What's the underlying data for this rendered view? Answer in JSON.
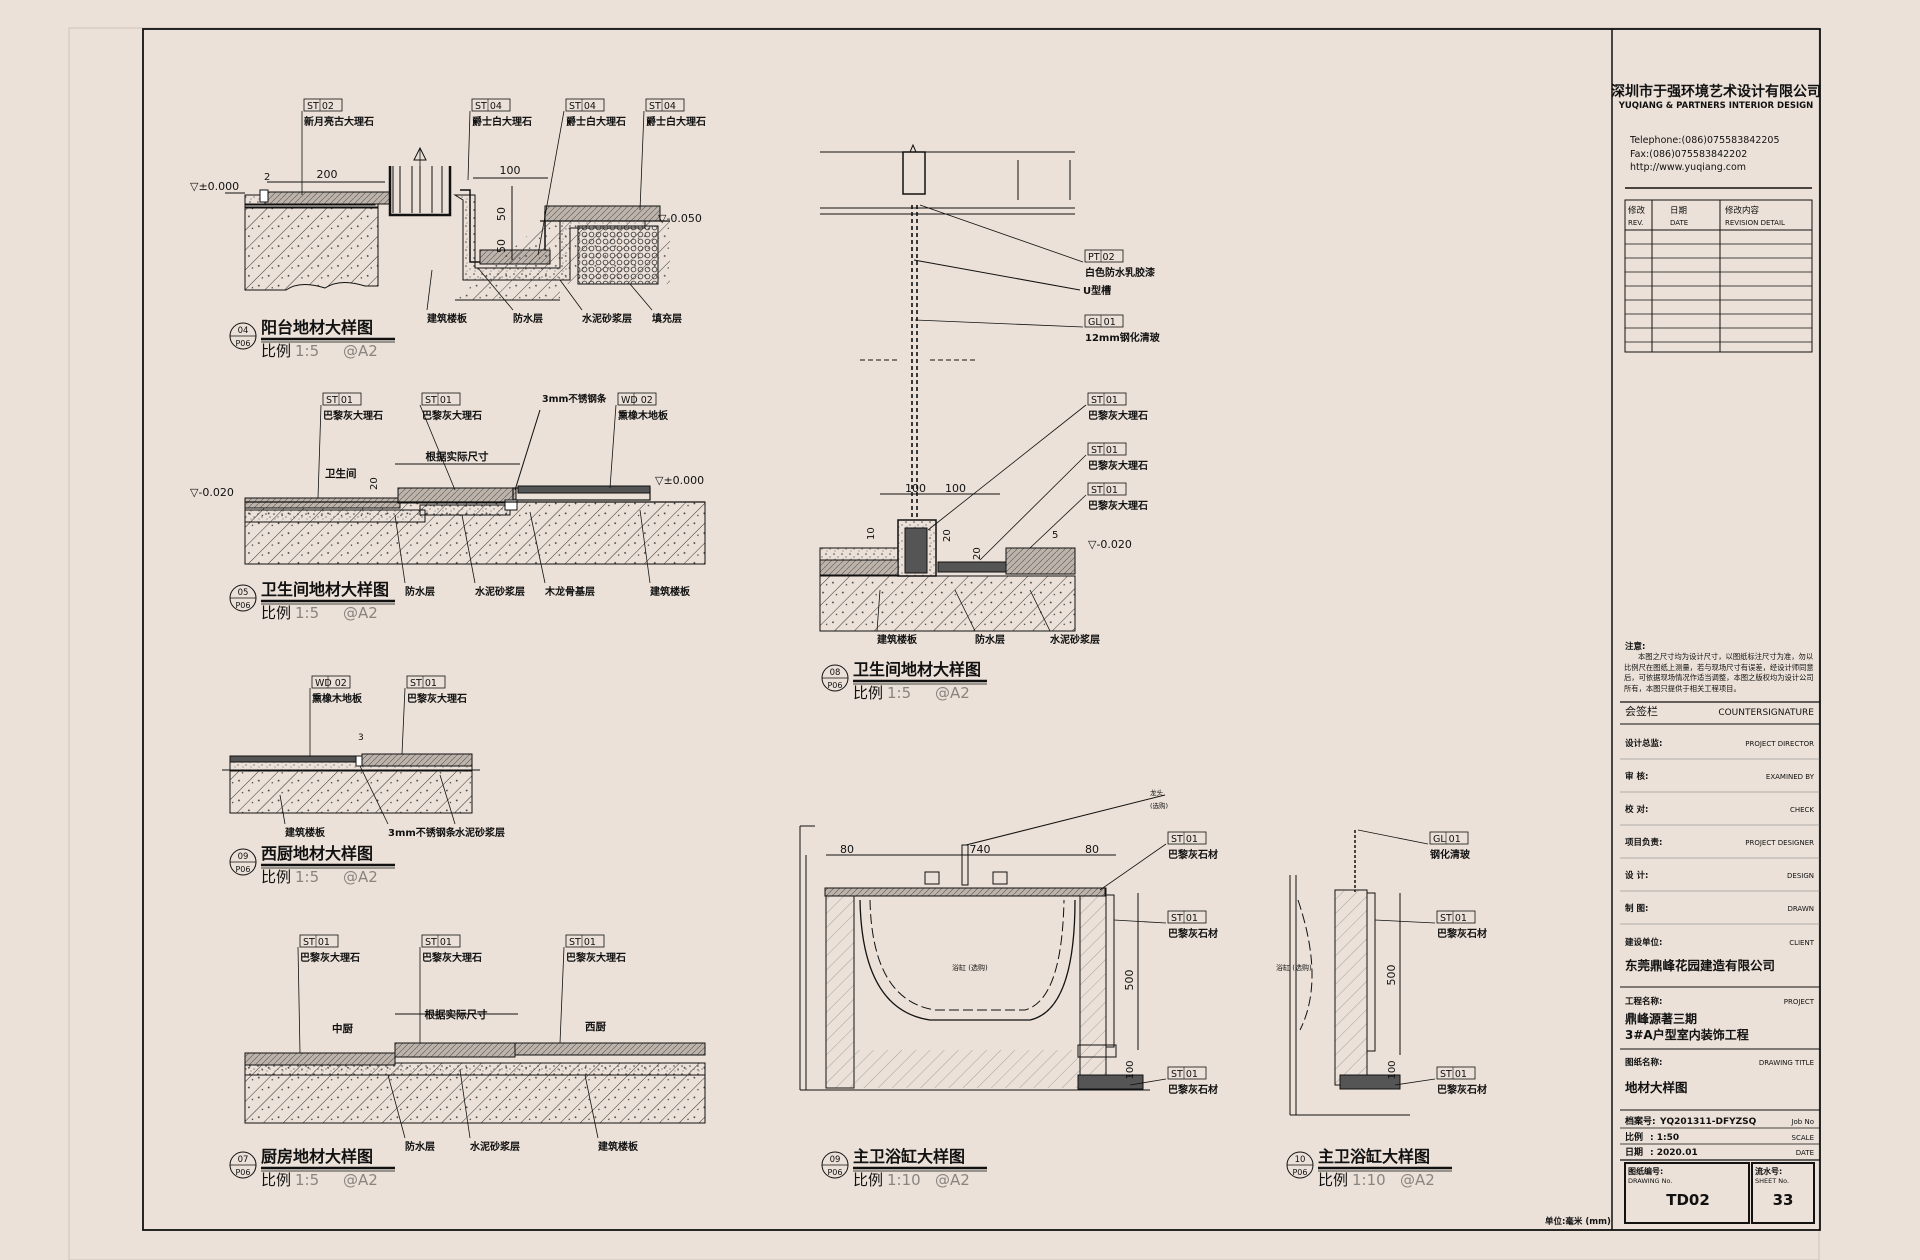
{
  "colors": {
    "paper": "#ebe1d8",
    "ink": "#111111",
    "hatch": "#333333"
  },
  "company": {
    "name_cn": "深圳市于强环境艺术设计有限公司",
    "name_en": "YUQIANG & PARTNERS INTERIOR DESIGN",
    "telephone": "Telephone:(086)075583842205",
    "fax": "Fax:(086)075583842202",
    "website": "http://www.yuqiang.com"
  },
  "revision": {
    "col1_cn": "修改",
    "col1_en": "REV.",
    "col2_cn": "日期",
    "col2_en": "DATE",
    "col3_cn": "修改内容",
    "col3_en": "REVISION DETAIL"
  },
  "notes": {
    "title": "注意:",
    "body": "本图之尺寸均为设计尺寸，以图纸标注尺寸为准，勿以比例尺在图纸上测量，若与现场尺寸有误差，经设计师同意后，可依据现场情况作适当调整，本图之版权均为设计公司所有，本图只提供于相关工程项目。"
  },
  "countersign": {
    "label_cn": "会签栏",
    "label_en": "COUNTERSIGNATURE",
    "rows": [
      {
        "cn": "设计总监:",
        "en": "PROJECT DIRECTOR"
      },
      {
        "cn": "审    核:",
        "en": "EXAMINED BY"
      },
      {
        "cn": "校    对:",
        "en": "CHECK"
      },
      {
        "cn": "项目负责:",
        "en": "PROJECT DESIGNER"
      },
      {
        "cn": "设    计:",
        "en": "DESIGN"
      },
      {
        "cn": "制    图:",
        "en": "DRAWN"
      }
    ]
  },
  "client": {
    "label_cn": "建设单位:",
    "label_en": "CLIENT",
    "value": "东莞鼎峰花园建造有限公司"
  },
  "project": {
    "label_cn": "工程名称:",
    "label_en": "PROJECT",
    "value1": "鼎峰源著三期",
    "value2": "3#A户型室内装饰工程"
  },
  "drawing_title": {
    "label_cn": "图纸名称:",
    "label_en": "DRAWING TITLE",
    "value": "地材大样图"
  },
  "meta": {
    "job_label": "档案号:",
    "job_value": "YQ201311-DFYZSQ",
    "job_en": "Job No",
    "scale_label": "比例",
    "scale_value": ": 1:50",
    "scale_en": "SCALE",
    "date_label": "日期",
    "date_value": ": 2020.01",
    "date_en": "DATE"
  },
  "drawing_no": {
    "label_cn": "图纸编号:",
    "label_en": "DRAWING No.",
    "value": "TD02"
  },
  "sheet_no": {
    "label_cn": "流水号:",
    "label_en": "SHEET No.",
    "value": "33"
  },
  "unit_note": "单位:毫米 (mm)",
  "details": {
    "d04": {
      "num": "04",
      "sheet": "P06",
      "title": "阳台地材大样图",
      "scale_label": "比例",
      "scale": "1:5",
      "paper": "@A2",
      "tags": [
        {
          "code": "ST 02",
          "name": "新月亮古大理石"
        },
        {
          "code": "ST 04",
          "name": "爵士白大理石"
        },
        {
          "code": "ST 04",
          "name": "爵士白大理石"
        },
        {
          "code": "ST 04",
          "name": "爵士白大理石"
        }
      ],
      "dims": {
        "a": "200",
        "b": "100",
        "c": "50",
        "d": "50",
        "e": "2"
      },
      "levels": {
        "left": "▽±0.000",
        "right": "▽-0.050"
      },
      "bottom": [
        "建筑楼板",
        "防水层",
        "水泥砂浆层",
        "填充层"
      ]
    },
    "d05": {
      "num": "05",
      "sheet": "P06",
      "title": "卫生间地材大样图",
      "scale_label": "比例",
      "scale": "1:5",
      "paper": "@A2",
      "tags": [
        {
          "code": "ST 01",
          "name": "巴黎灰大理石"
        },
        {
          "code": "ST 01",
          "name": "巴黎灰大理石"
        },
        {
          "code": "WD 02",
          "name": "熏橡木地板"
        }
      ],
      "steel": "3mm不锈钢条",
      "room": "卫生间",
      "size_note": "根据实际尺寸",
      "dim": "20",
      "levels": {
        "left": "▽-0.020",
        "right": "▽±0.000"
      },
      "bottom": [
        "防水层",
        "水泥砂浆层",
        "木龙骨基层",
        "建筑楼板"
      ]
    },
    "d09a": {
      "num": "09",
      "sheet": "P06",
      "title": "西厨地材大样图",
      "scale_label": "比例",
      "scale": "1:5",
      "paper": "@A2",
      "tags": [
        {
          "code": "WD 02",
          "name": "熏橡木地板"
        },
        {
          "code": "ST 01",
          "name": "巴黎灰大理石"
        }
      ],
      "dim": "3",
      "bottom": [
        "建筑楼板",
        "3mm不锈钢条",
        "水泥砂浆层"
      ]
    },
    "d07": {
      "num": "07",
      "sheet": "P06",
      "title": "厨房地材大样图",
      "scale_label": "比例",
      "scale": "1:5",
      "paper": "@A2",
      "tags": [
        {
          "code": "ST 01",
          "name": "巴黎灰大理石"
        },
        {
          "code": "ST 01",
          "name": "巴黎灰大理石"
        },
        {
          "code": "ST 01",
          "name": "巴黎灰大理石"
        }
      ],
      "rooms": [
        "中厨",
        "西厨"
      ],
      "size_note": "根据实际尺寸",
      "bottom": [
        "防水层",
        "水泥砂浆层",
        "建筑楼板"
      ]
    },
    "d08": {
      "num": "08",
      "sheet": "P06",
      "title": "卫生间地材大样图",
      "scale_label": "比例",
      "scale": "1:5",
      "paper": "@A2",
      "tags": [
        {
          "code": "PT 02",
          "name": "白色防水乳胶漆"
        },
        {
          "code": "GL 01",
          "name": "12mm钢化清玻"
        },
        {
          "code": "ST 01",
          "name": "巴黎灰大理石"
        },
        {
          "code": "ST 01",
          "name": "巴黎灰大理石"
        },
        {
          "code": "ST 01",
          "name": "巴黎灰大理石"
        }
      ],
      "u_channel": "U型槽",
      "dims": {
        "a": "100",
        "b": "100",
        "c": "10",
        "d": "20",
        "e": "20",
        "f": "5"
      },
      "level": "▽-0.020",
      "bottom": [
        "建筑楼板",
        "防水层",
        "水泥砂浆层"
      ]
    },
    "d09b": {
      "num": "09",
      "sheet": "P06",
      "title": "主卫浴缸大样图",
      "scale_label": "比例",
      "scale": "1:10",
      "paper": "@A2",
      "tags": [
        {
          "code": "ST 01",
          "name": "巴黎灰石材"
        },
        {
          "code": "ST 01",
          "name": "巴黎灰石材"
        },
        {
          "code": "ST 01",
          "name": "巴黎灰石材"
        }
      ],
      "dims": {
        "a": "80",
        "b": "740",
        "c": "80",
        "d": "500",
        "e": "100"
      },
      "label_top": "龙头",
      "label_top2": "(选购)",
      "tub": "浴缸 (选购)"
    },
    "d10": {
      "num": "10",
      "sheet": "P06",
      "title": "主卫浴缸大样图",
      "scale_label": "比例",
      "scale": "1:10",
      "paper": "@A2",
      "tags": [
        {
          "code": "GL 01",
          "name": "钢化清玻"
        },
        {
          "code": "ST 01",
          "name": "巴黎灰石材"
        },
        {
          "code": "ST 01",
          "name": "巴黎灰石材"
        }
      ],
      "dims": {
        "a": "500",
        "b": "100"
      },
      "tub": "浴缸 (选购)"
    }
  }
}
